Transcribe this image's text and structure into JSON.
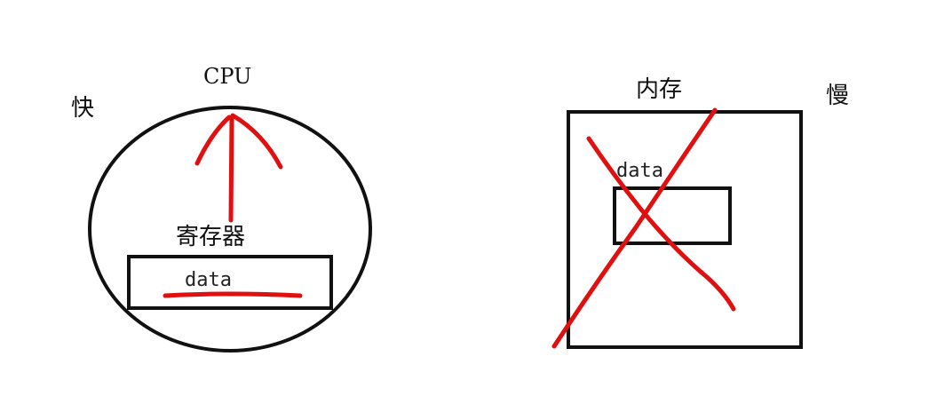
{
  "cpu_side": {
    "speed_label": "快",
    "title": "CPU",
    "register_label": "寄存器",
    "data_label": "data"
  },
  "memory_side": {
    "title": "内存",
    "speed_label": "慢",
    "data_label": "data"
  },
  "colors": {
    "outline": "#111111",
    "annotation_red": "#e01010"
  }
}
